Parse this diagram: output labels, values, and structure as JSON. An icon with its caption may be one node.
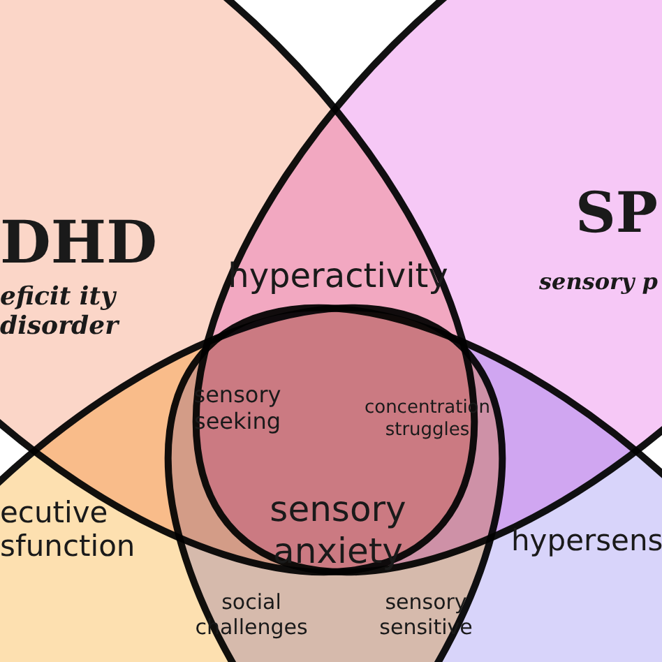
{
  "diagram": {
    "nodes": [
      {
        "text": [
          "DHD",
          "eficit ity disorder"
        ]
      },
      {
        "text": [
          "SP",
          "sensory p"
        ]
      },
      {
        "text": [
          "ecutive sfunction"
        ]
      },
      {
        "text": [
          "hypersens"
        ]
      }
    ],
    "labels": [
      "hyperactivity",
      "sensory seeking",
      "concentration struggles",
      "sensory anxiety",
      "social challenges",
      "sensory sensitive"
    ]
  }
}
